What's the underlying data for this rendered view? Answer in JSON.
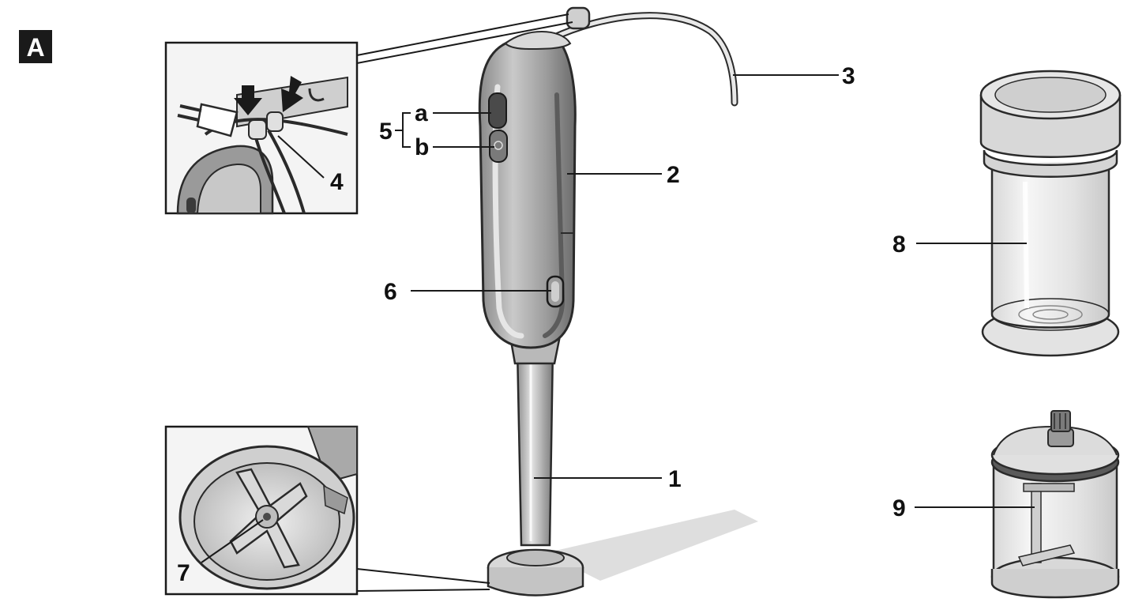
{
  "figure": {
    "badge": "A",
    "labels": {
      "l1": "1",
      "l2": "2",
      "l3": "3",
      "l4": "4",
      "l5": "5",
      "l5a": "a",
      "l5b": "b",
      "l6": "6",
      "l7": "7",
      "l8": "8",
      "l9": "9"
    }
  },
  "colors": {
    "ink": "#111111",
    "outline": "#2a2a2a",
    "body_gray": "#a9a9a9",
    "body_dark": "#6f6f6f",
    "body_light": "#d2d2d2",
    "glass": "#e9e9e9",
    "shadow": "#cfcfcf"
  },
  "icons": {
    "badge": "letter-badge-icon",
    "blender": "hand-blender-icon",
    "plug": "power-plug-icon",
    "arrow": "down-arrow-icon",
    "blade": "blade-icon",
    "beaker": "beaker-icon",
    "chopper": "chopper-bowl-icon"
  }
}
